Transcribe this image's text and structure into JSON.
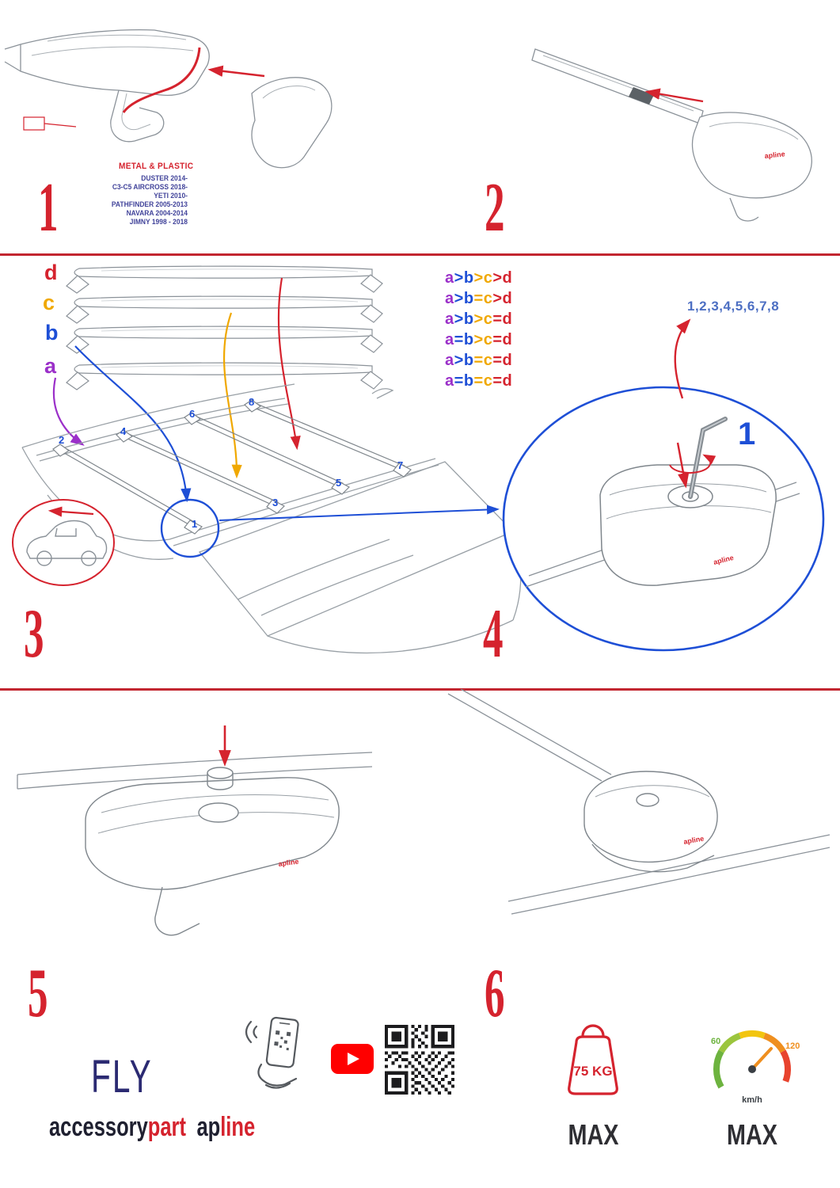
{
  "colors": {
    "red": "#d5232e",
    "blue": "#1e4fd6",
    "purple": "#9b30c9",
    "orange": "#f0a800",
    "navy": "#2b2a72",
    "sequence_blue": "#4d6fc3",
    "dark": "#2e2e33"
  },
  "steps": {
    "n1": "1",
    "n2": "2",
    "n3": "3",
    "n4": "4",
    "n5": "5",
    "n6": "6"
  },
  "step1": {
    "material": "METAL & PLASTIC",
    "models": [
      "DUSTER 2014-",
      "C3-C5 AIRCROSS 2018-",
      "YETI 2010-",
      "PATHFINDER 2005-2013",
      "NAVARA 2004-2014",
      "JIMNY 1998 - 2018"
    ]
  },
  "step3": {
    "bars": [
      {
        "label": "d",
        "color": "#d5232e"
      },
      {
        "label": "c",
        "color": "#f0a800"
      },
      {
        "label": "b",
        "color": "#1e4fd6"
      },
      {
        "label": "a",
        "color": "#9b30c9"
      }
    ],
    "legend_rows": [
      "a>b>c>d",
      "a>b=c>d",
      "a>b>c=d",
      "a=b>c=d",
      "a>b=c=d",
      "a=b=c=d"
    ],
    "legend_colors": [
      "#9b30c9",
      "#1e4fd6",
      "#1e4fd6",
      "#f0a800",
      "#f0a800",
      "#d5232e",
      "#d5232e"
    ],
    "positions": [
      "1",
      "2",
      "3",
      "4",
      "5",
      "6",
      "7",
      "8"
    ],
    "sequence": "1,2,3,4,5,6,7,8",
    "callout_number": "1"
  },
  "brand_small": "apline",
  "footer": {
    "fly": "FLY",
    "brand1_dark": "accessory",
    "brand1_red": "part",
    "brand2_dark": "ap",
    "brand2_red": "line",
    "weight_value": "75 KG",
    "weight_max": "MAX",
    "speed_low": "60",
    "speed_high": "120",
    "speed_unit": "km/h",
    "speed_max": "MAX"
  }
}
